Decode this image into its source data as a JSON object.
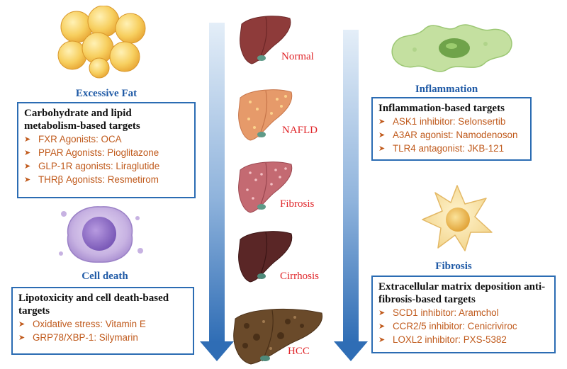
{
  "left_top": {
    "heading": "Excessive Fat",
    "box_title": "Carbohydrate and lipid metabolism-based targets",
    "items": [
      "FXR  Agonists: OCA",
      "PPAR Agonists: Pioglitazone",
      "GLP-1R agonists: Liraglutide",
      "THRβ Agonists: Resmetirom"
    ]
  },
  "left_bottom": {
    "heading": "Cell death",
    "box_title": "Lipotoxicity and cell death-based targets",
    "items": [
      "Oxidative stress: Vitamin E",
      "GRP78/XBP-1: Silymarin"
    ]
  },
  "right_top": {
    "heading": "Inflammation",
    "box_title": "Inflammation-based targets",
    "items": [
      "ASK1 inhibitor: Selonsertib",
      "A3AR agonist: Namodenoson",
      "TLR4 antagonist: JKB-121"
    ]
  },
  "right_bottom": {
    "heading": "Fibrosis",
    "box_title": "Extracellular matrix deposition anti-fibrosis-based targets",
    "items": [
      "SCD1 inhibitor: Aramchol",
      "CCR2/5 inhibitor: Cenicriviroc",
      "LOXL2 inhibitor: PXS-5382"
    ]
  },
  "stages": [
    "Normal",
    "NAFLD",
    "Fibrosis",
    "Cirrhosis",
    "HCC"
  ],
  "colors": {
    "heading": "#1f5aa6",
    "box_border": "#2b6cb3",
    "item_text": "#c05a1c",
    "stage_label": "#e0262a",
    "arrow_top": "#dce8f5",
    "arrow_bottom": "#2f6db5"
  },
  "icons": {
    "bullet": "chevron-right-icon",
    "fat": "fat-cells-icon",
    "inflammation": "macrophage-icon",
    "cell_death": "dying-cell-icon",
    "fibrosis": "stellate-cell-icon",
    "liver": "liver-icon"
  }
}
